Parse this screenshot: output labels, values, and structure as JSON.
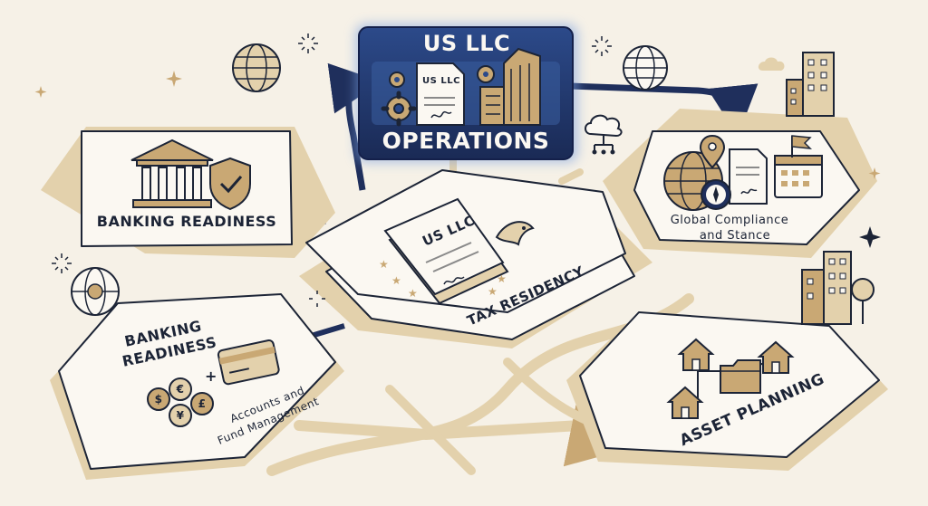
{
  "nodes": {
    "us_llc_operations": {
      "title_top": "US LLC",
      "title_bottom": "OPERATIONS",
      "doc_text": "US LLC"
    },
    "banking_readiness_top": {
      "label": "BANKING READINESS"
    },
    "tax_residency": {
      "label": "TAX RESIDENCY",
      "doc_text": "US LLC"
    },
    "global_compliance": {
      "line1": "Global Compliance",
      "line2": "and Stance"
    },
    "banking_readiness_accounts": {
      "title_line1": "BANKING",
      "title_line2": "READINESS",
      "sub_line1": "Accounts and",
      "sub_line2": "Fund Management",
      "currency_symbols": [
        "$",
        "€",
        "£",
        "¥"
      ],
      "plus": "+"
    },
    "asset_planning": {
      "label": "ASSET PLANNING"
    }
  },
  "colors": {
    "navy": "#1f2f5c",
    "navy_light": "#2c4a8a",
    "gold": "#c9a874",
    "gold_light": "#e3d1ac",
    "ink": "#1c2436",
    "card": "#fbf8f2",
    "background": "#f6f1e7"
  },
  "icons": [
    "globe-icon",
    "sparkle-icon",
    "bank-icon",
    "shield-check-icon",
    "document-icon",
    "gear-icon",
    "building-icon",
    "cloud-network-icon",
    "map-pin-icon",
    "compass-icon",
    "calendar-icon",
    "flag-icon",
    "eagle-icon",
    "credit-card-icon",
    "coin-icon",
    "house-icon",
    "folder-icon",
    "tree-icon"
  ]
}
